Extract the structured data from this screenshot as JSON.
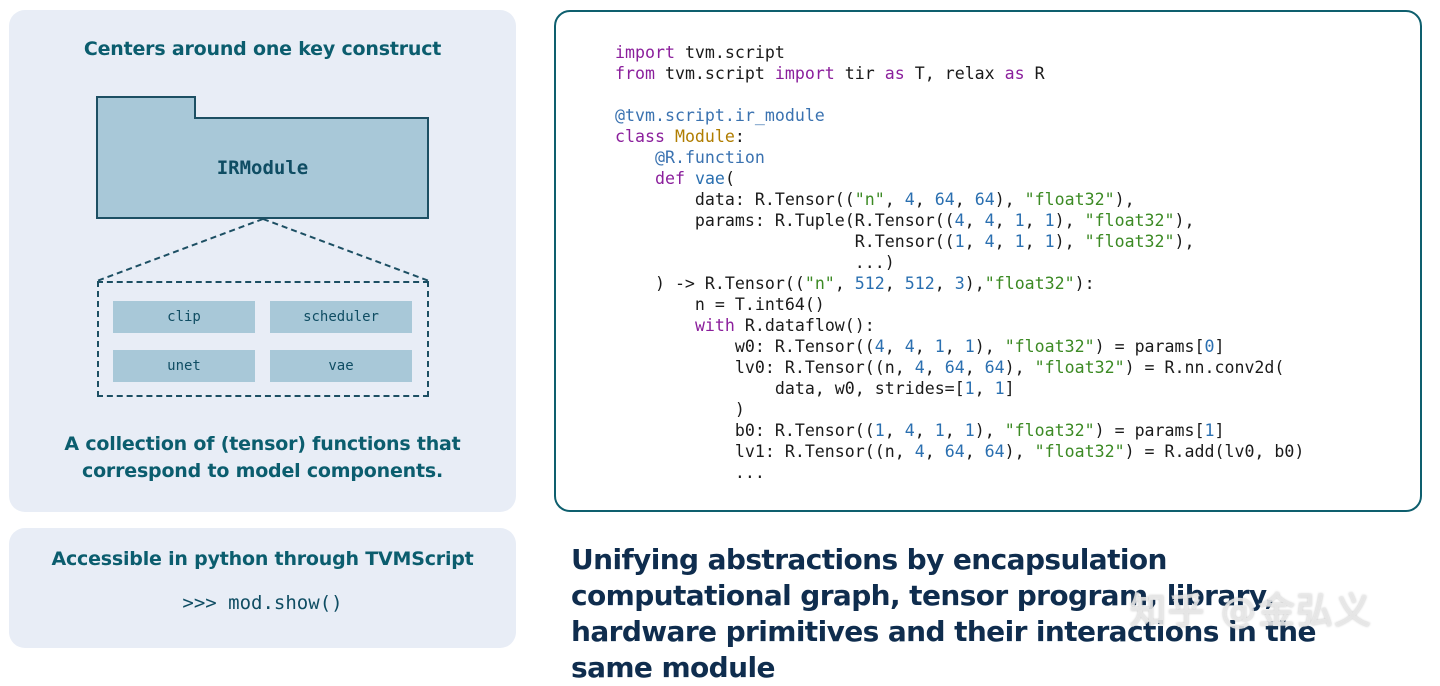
{
  "left_panel": {
    "heading": "Centers around one key construct",
    "module_label": "IRModule",
    "functions": [
      "clip",
      "scheduler",
      "unet",
      "vae"
    ],
    "caption": "A collection of (tensor) functions that correspond to model components."
  },
  "bottom_panel": {
    "heading": "Accessible in python through TVMScript",
    "command": ">>> mod.show()"
  },
  "code": [
    [
      [
        "kw",
        "import"
      ],
      [
        "p",
        " tvm.script"
      ]
    ],
    [
      [
        "kw",
        "from"
      ],
      [
        "p",
        " tvm.script "
      ],
      [
        "kw",
        "import"
      ],
      [
        "p",
        " tir "
      ],
      [
        "kw",
        "as"
      ],
      [
        "p",
        " T, relax "
      ],
      [
        "kw",
        "as"
      ],
      [
        "p",
        " R"
      ]
    ],
    [],
    [
      [
        "dec",
        "@tvm.script.ir_module"
      ]
    ],
    [
      [
        "kw",
        "class"
      ],
      [
        "p",
        " "
      ],
      [
        "cls",
        "Module"
      ],
      [
        "p",
        ":"
      ]
    ],
    [
      [
        "p",
        "    "
      ],
      [
        "dec",
        "@R.function"
      ]
    ],
    [
      [
        "p",
        "    "
      ],
      [
        "kw",
        "def"
      ],
      [
        "p",
        " "
      ],
      [
        "fn",
        "vae"
      ],
      [
        "p",
        "("
      ]
    ],
    [
      [
        "p",
        "        data: R.Tensor(("
      ],
      [
        "str",
        "\"n\""
      ],
      [
        "p",
        ", "
      ],
      [
        "num",
        "4"
      ],
      [
        "p",
        ", "
      ],
      [
        "num",
        "64"
      ],
      [
        "p",
        ", "
      ],
      [
        "num",
        "64"
      ],
      [
        "p",
        "), "
      ],
      [
        "str",
        "\"float32\""
      ],
      [
        "p",
        "),"
      ]
    ],
    [
      [
        "p",
        "        params: R.Tuple(R.Tensor(("
      ],
      [
        "num",
        "4"
      ],
      [
        "p",
        ", "
      ],
      [
        "num",
        "4"
      ],
      [
        "p",
        ", "
      ],
      [
        "num",
        "1"
      ],
      [
        "p",
        ", "
      ],
      [
        "num",
        "1"
      ],
      [
        "p",
        "), "
      ],
      [
        "str",
        "\"float32\""
      ],
      [
        "p",
        "),"
      ]
    ],
    [
      [
        "p",
        "                        R.Tensor(("
      ],
      [
        "num",
        "1"
      ],
      [
        "p",
        ", "
      ],
      [
        "num",
        "4"
      ],
      [
        "p",
        ", "
      ],
      [
        "num",
        "1"
      ],
      [
        "p",
        ", "
      ],
      [
        "num",
        "1"
      ],
      [
        "p",
        "), "
      ],
      [
        "str",
        "\"float32\""
      ],
      [
        "p",
        "),"
      ]
    ],
    [
      [
        "p",
        "                        ...)"
      ]
    ],
    [
      [
        "p",
        "    ) -> R.Tensor(("
      ],
      [
        "str",
        "\"n\""
      ],
      [
        "p",
        ", "
      ],
      [
        "num",
        "512"
      ],
      [
        "p",
        ", "
      ],
      [
        "num",
        "512"
      ],
      [
        "p",
        ", "
      ],
      [
        "num",
        "3"
      ],
      [
        "p",
        "),"
      ],
      [
        "str",
        "\"float32\""
      ],
      [
        "p",
        "):"
      ]
    ],
    [
      [
        "p",
        "        n = T.int64()"
      ]
    ],
    [
      [
        "p",
        "        "
      ],
      [
        "kw",
        "with"
      ],
      [
        "p",
        " R.dataflow():"
      ]
    ],
    [
      [
        "p",
        "            w0: R.Tensor(("
      ],
      [
        "num",
        "4"
      ],
      [
        "p",
        ", "
      ],
      [
        "num",
        "4"
      ],
      [
        "p",
        ", "
      ],
      [
        "num",
        "1"
      ],
      [
        "p",
        ", "
      ],
      [
        "num",
        "1"
      ],
      [
        "p",
        "), "
      ],
      [
        "str",
        "\"float32\""
      ],
      [
        "p",
        ") = params["
      ],
      [
        "num",
        "0"
      ],
      [
        "p",
        "]"
      ]
    ],
    [
      [
        "p",
        "            lv0: R.Tensor((n, "
      ],
      [
        "num",
        "4"
      ],
      [
        "p",
        ", "
      ],
      [
        "num",
        "64"
      ],
      [
        "p",
        ", "
      ],
      [
        "num",
        "64"
      ],
      [
        "p",
        "), "
      ],
      [
        "str",
        "\"float32\""
      ],
      [
        "p",
        ") = R.nn.conv2d("
      ]
    ],
    [
      [
        "p",
        "                data, w0, strides=["
      ],
      [
        "num",
        "1"
      ],
      [
        "p",
        ", "
      ],
      [
        "num",
        "1"
      ],
      [
        "p",
        "]"
      ]
    ],
    [
      [
        "p",
        "            )"
      ]
    ],
    [
      [
        "p",
        "            b0: R.Tensor(("
      ],
      [
        "num",
        "1"
      ],
      [
        "p",
        ", "
      ],
      [
        "num",
        "4"
      ],
      [
        "p",
        ", "
      ],
      [
        "num",
        "1"
      ],
      [
        "p",
        ", "
      ],
      [
        "num",
        "1"
      ],
      [
        "p",
        "), "
      ],
      [
        "str",
        "\"float32\""
      ],
      [
        "p",
        ") = params["
      ],
      [
        "num",
        "1"
      ],
      [
        "p",
        "]"
      ]
    ],
    [
      [
        "p",
        "            lv1: R.Tensor((n, "
      ],
      [
        "num",
        "4"
      ],
      [
        "p",
        ", "
      ],
      [
        "num",
        "64"
      ],
      [
        "p",
        ", "
      ],
      [
        "num",
        "64"
      ],
      [
        "p",
        "), "
      ],
      [
        "str",
        "\"float32\""
      ],
      [
        "p",
        ") = R.add(lv0, b0)"
      ]
    ],
    [
      [
        "p",
        "            ..."
      ]
    ]
  ],
  "tagline": "Unifying abstractions by encapsulation computational graph, tensor program, library,  hardware primitives and their interactions in the same module",
  "watermark": "知乎 @金弘义"
}
